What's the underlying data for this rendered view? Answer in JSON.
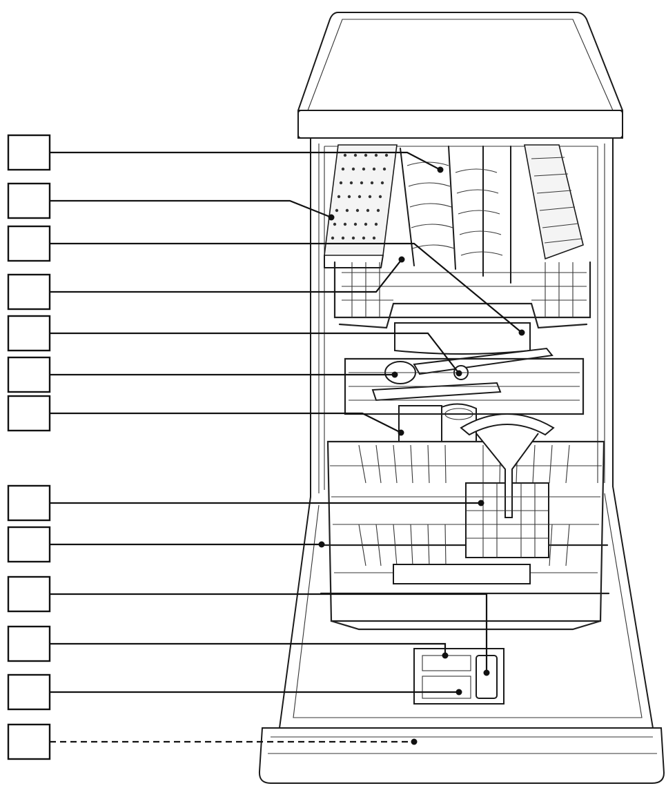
{
  "figure": {
    "subject": "dishwasher",
    "callouts": [
      {
        "id": "c1",
        "label": "",
        "line_style": "solid"
      },
      {
        "id": "c2",
        "label": "",
        "line_style": "solid"
      },
      {
        "id": "c3",
        "label": "",
        "line_style": "solid"
      },
      {
        "id": "c4",
        "label": "",
        "line_style": "solid"
      },
      {
        "id": "c5",
        "label": "",
        "line_style": "solid"
      },
      {
        "id": "c6",
        "label": "",
        "line_style": "solid"
      },
      {
        "id": "c7",
        "label": "",
        "line_style": "solid"
      },
      {
        "id": "c8",
        "label": "",
        "line_style": "solid"
      },
      {
        "id": "c9",
        "label": "",
        "line_style": "solid"
      },
      {
        "id": "c10",
        "label": "",
        "line_style": "solid"
      },
      {
        "id": "c11",
        "label": "",
        "line_style": "solid"
      },
      {
        "id": "c12",
        "label": "",
        "line_style": "solid"
      },
      {
        "id": "c13",
        "label": "",
        "line_style": "dashed"
      }
    ],
    "colors": {
      "ink": "#111111",
      "background": "#ffffff"
    }
  }
}
